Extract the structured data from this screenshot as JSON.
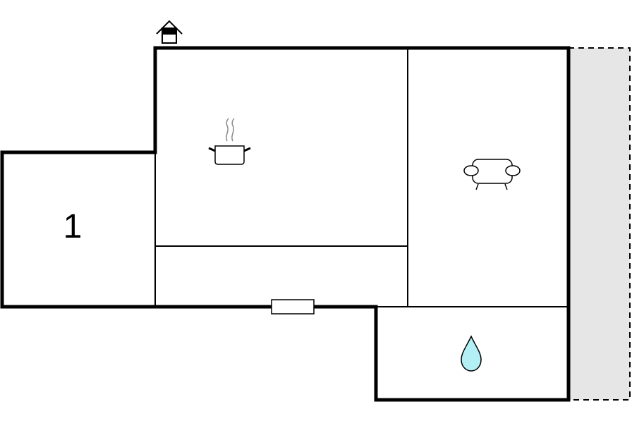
{
  "floorplan": {
    "rooms": [
      {
        "id": "bedroom",
        "label": "1"
      },
      {
        "id": "kitchen",
        "label": ""
      },
      {
        "id": "hallway",
        "label": ""
      },
      {
        "id": "living-room",
        "label": ""
      },
      {
        "id": "bathroom",
        "label": ""
      },
      {
        "id": "terrace",
        "label": ""
      }
    ],
    "icons": [
      {
        "room": "entrance",
        "name": "house-entrance-icon"
      },
      {
        "room": "kitchen",
        "name": "cooking-pot-icon"
      },
      {
        "room": "living-room",
        "name": "sofa-icon"
      },
      {
        "room": "bathroom",
        "name": "water-drop-icon"
      },
      {
        "room": "hallway",
        "name": "window-icon"
      }
    ],
    "colors": {
      "wall": "#000000",
      "terrace_fill": "#e6e6e6",
      "water_drop": "#b3f0f5",
      "background": "#ffffff"
    }
  }
}
